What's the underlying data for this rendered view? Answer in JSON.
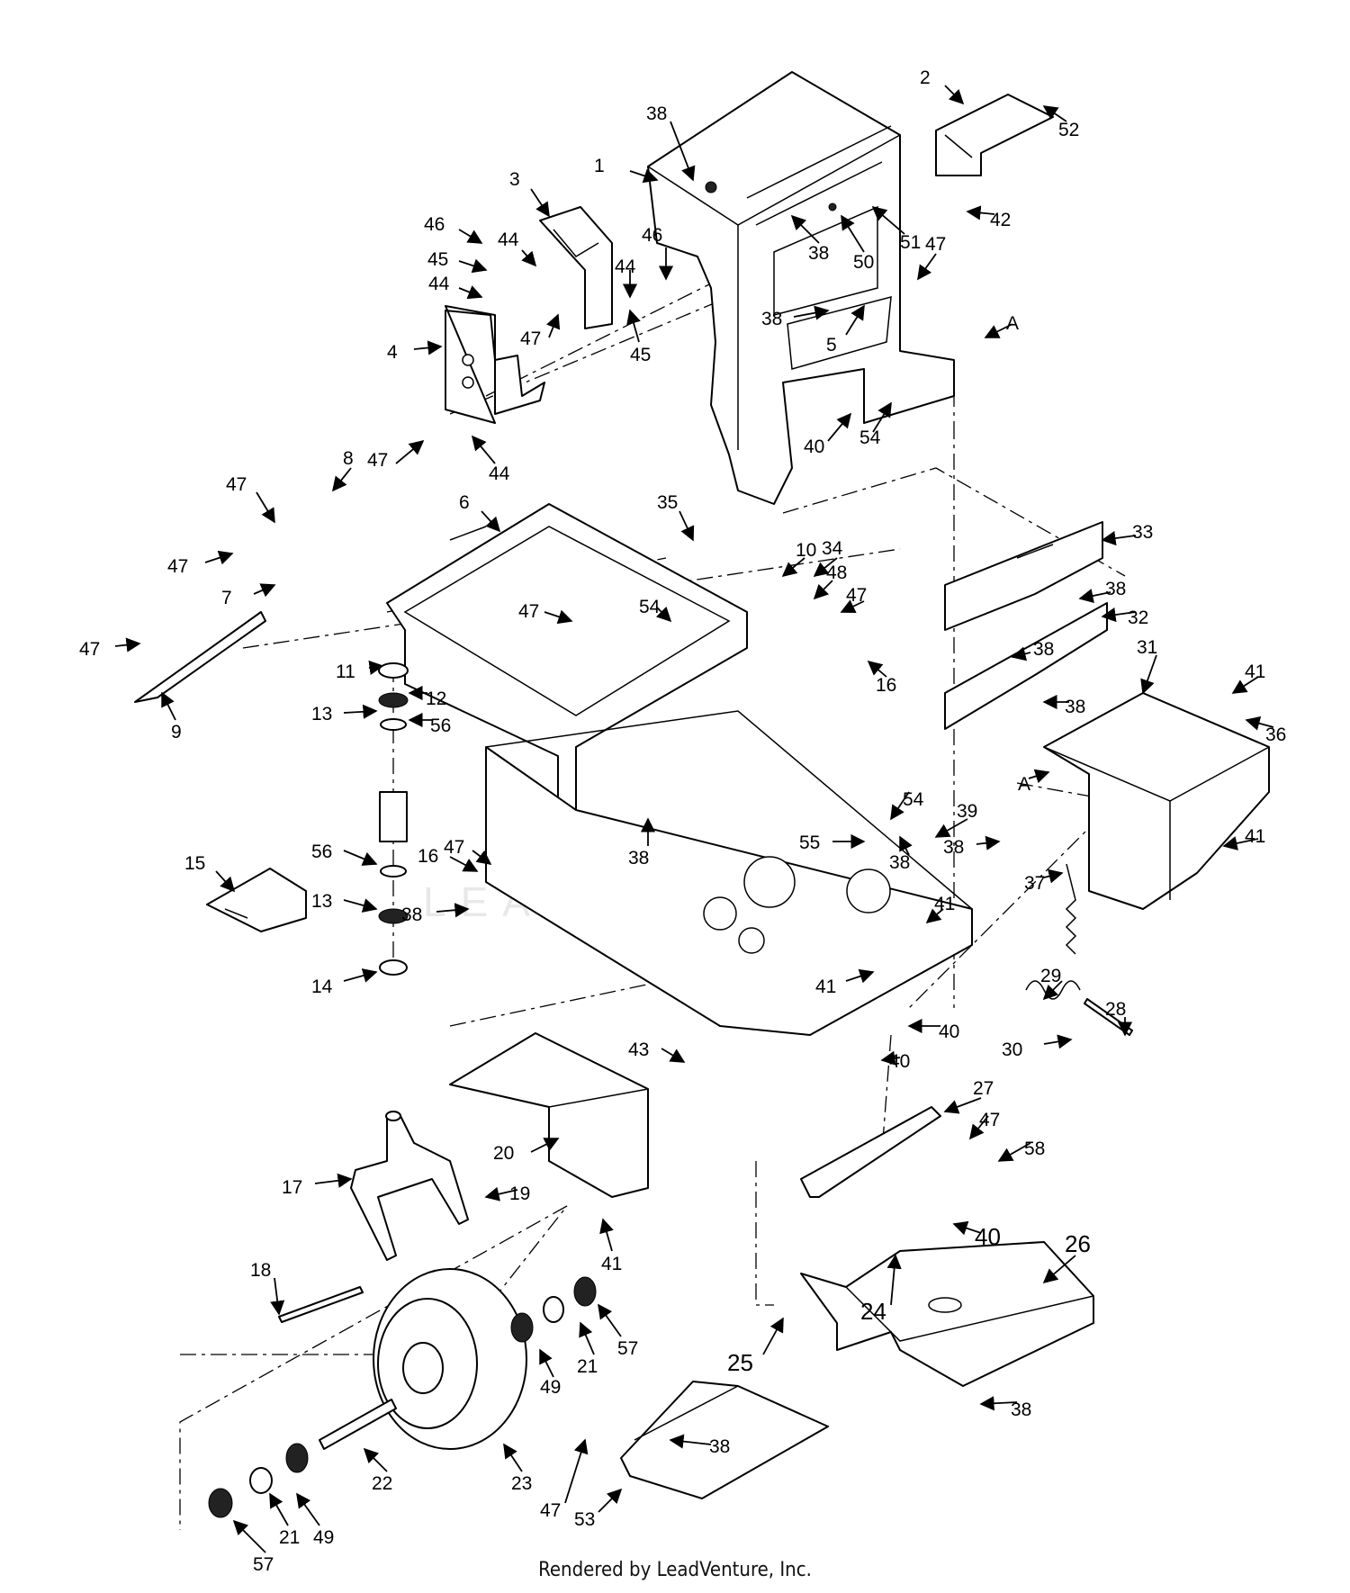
{
  "footer": "Rendered by LeadVenture, Inc.",
  "watermark": "LEADVENTURE",
  "colors": {
    "line": "#000000",
    "background": "#ffffff",
    "watermark": "#e8e8e8"
  },
  "callouts": [
    {
      "id": "c1",
      "label": "1"
    },
    {
      "id": "c2",
      "label": "2"
    },
    {
      "id": "c3",
      "label": "3"
    },
    {
      "id": "c4",
      "label": "4"
    },
    {
      "id": "c5",
      "label": "5"
    },
    {
      "id": "c6",
      "label": "6"
    },
    {
      "id": "c7",
      "label": "7"
    },
    {
      "id": "c8",
      "label": "8"
    },
    {
      "id": "c9",
      "label": "9"
    },
    {
      "id": "c10",
      "label": "10"
    },
    {
      "id": "c11",
      "label": "11"
    },
    {
      "id": "c12",
      "label": "12"
    },
    {
      "id": "c13a",
      "label": "13"
    },
    {
      "id": "c13b",
      "label": "13"
    },
    {
      "id": "c14",
      "label": "14"
    },
    {
      "id": "c15",
      "label": "15"
    },
    {
      "id": "c16a",
      "label": "16"
    },
    {
      "id": "c16b",
      "label": "16"
    },
    {
      "id": "c17",
      "label": "17"
    },
    {
      "id": "c18",
      "label": "18"
    },
    {
      "id": "c19",
      "label": "19"
    },
    {
      "id": "c20",
      "label": "20"
    },
    {
      "id": "c21a",
      "label": "21"
    },
    {
      "id": "c21b",
      "label": "21"
    },
    {
      "id": "c22",
      "label": "22"
    },
    {
      "id": "c23",
      "label": "23"
    },
    {
      "id": "c24",
      "label": "24"
    },
    {
      "id": "c25",
      "label": "25"
    },
    {
      "id": "c26",
      "label": "26"
    },
    {
      "id": "c27",
      "label": "27"
    },
    {
      "id": "c28",
      "label": "28"
    },
    {
      "id": "c29",
      "label": "29"
    },
    {
      "id": "c30",
      "label": "30"
    },
    {
      "id": "c31",
      "label": "31"
    },
    {
      "id": "c32",
      "label": "32"
    },
    {
      "id": "c33",
      "label": "33"
    },
    {
      "id": "c34",
      "label": "34"
    },
    {
      "id": "c35",
      "label": "35"
    },
    {
      "id": "c36",
      "label": "36"
    },
    {
      "id": "c37",
      "label": "37"
    },
    {
      "id": "c38a",
      "label": "38"
    },
    {
      "id": "c38b",
      "label": "38"
    },
    {
      "id": "c38c",
      "label": "38"
    },
    {
      "id": "c38d",
      "label": "38"
    },
    {
      "id": "c38e",
      "label": "38"
    },
    {
      "id": "c38f",
      "label": "38"
    },
    {
      "id": "c38g",
      "label": "38"
    },
    {
      "id": "c38h",
      "label": "38"
    },
    {
      "id": "c38i",
      "label": "38"
    },
    {
      "id": "c38j",
      "label": "38"
    },
    {
      "id": "c38k",
      "label": "38"
    },
    {
      "id": "c38l",
      "label": "38"
    },
    {
      "id": "c39",
      "label": "39"
    },
    {
      "id": "c40a",
      "label": "40"
    },
    {
      "id": "c40b",
      "label": "40"
    },
    {
      "id": "c40c",
      "label": "40"
    },
    {
      "id": "c40d",
      "label": "40"
    },
    {
      "id": "c41a",
      "label": "41"
    },
    {
      "id": "c41b",
      "label": "41"
    },
    {
      "id": "c41c",
      "label": "41"
    },
    {
      "id": "c41d",
      "label": "41"
    },
    {
      "id": "c41e",
      "label": "41"
    },
    {
      "id": "c42",
      "label": "42"
    },
    {
      "id": "c43",
      "label": "43"
    },
    {
      "id": "c44a",
      "label": "44"
    },
    {
      "id": "c44b",
      "label": "44"
    },
    {
      "id": "c44c",
      "label": "44"
    },
    {
      "id": "c44d",
      "label": "44"
    },
    {
      "id": "c45a",
      "label": "45"
    },
    {
      "id": "c45b",
      "label": "45"
    },
    {
      "id": "c46a",
      "label": "46"
    },
    {
      "id": "c46b",
      "label": "46"
    },
    {
      "id": "c47a",
      "label": "47"
    },
    {
      "id": "c47b",
      "label": "47"
    },
    {
      "id": "c47c",
      "label": "47"
    },
    {
      "id": "c47d",
      "label": "47"
    },
    {
      "id": "c47e",
      "label": "47"
    },
    {
      "id": "c47f",
      "label": "47"
    },
    {
      "id": "c47g",
      "label": "47"
    },
    {
      "id": "c47h",
      "label": "47"
    },
    {
      "id": "c47i",
      "label": "47"
    },
    {
      "id": "c47j",
      "label": "47"
    },
    {
      "id": "c47k",
      "label": "47"
    },
    {
      "id": "c48",
      "label": "48"
    },
    {
      "id": "c49a",
      "label": "49"
    },
    {
      "id": "c49b",
      "label": "49"
    },
    {
      "id": "c50",
      "label": "50"
    },
    {
      "id": "c51",
      "label": "51"
    },
    {
      "id": "c52",
      "label": "52"
    },
    {
      "id": "c53",
      "label": "53"
    },
    {
      "id": "c54a",
      "label": "54"
    },
    {
      "id": "c54b",
      "label": "54"
    },
    {
      "id": "c54c",
      "label": "54"
    },
    {
      "id": "c55",
      "label": "55"
    },
    {
      "id": "c56a",
      "label": "56"
    },
    {
      "id": "c56b",
      "label": "56"
    },
    {
      "id": "c57a",
      "label": "57"
    },
    {
      "id": "c57b",
      "label": "57"
    },
    {
      "id": "c58",
      "label": "58"
    },
    {
      "id": "cAa",
      "label": "A"
    },
    {
      "id": "cAb",
      "label": "A"
    }
  ]
}
